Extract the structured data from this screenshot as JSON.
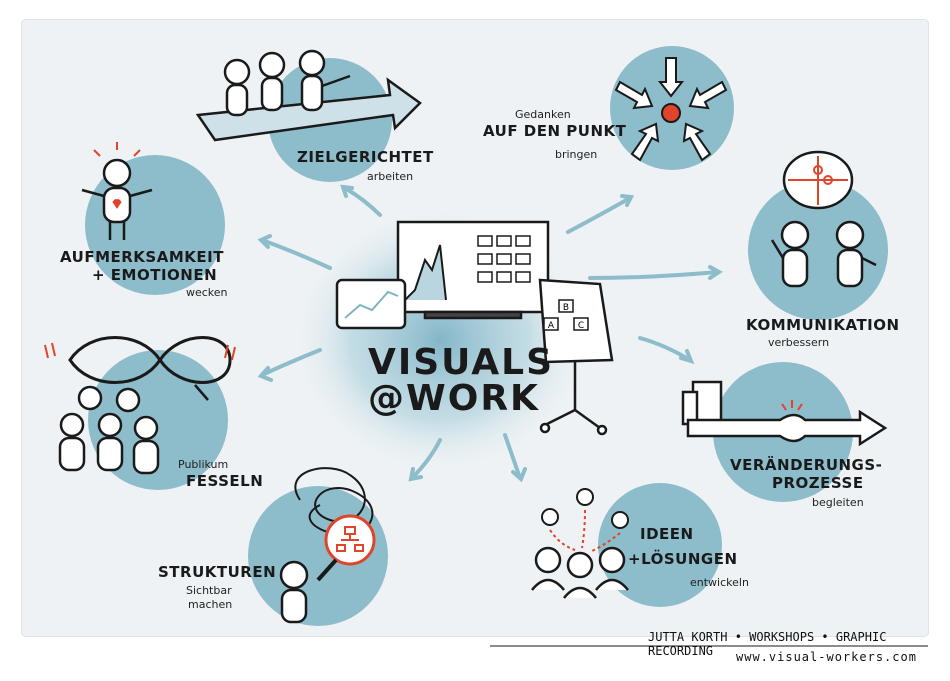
{
  "center": {
    "title_line1": "VISUALS",
    "title_line2": "@WORK"
  },
  "topics": [
    {
      "id": "zielgerichtet",
      "title": "ZIELGERICHTET",
      "sub": "arbeiten"
    },
    {
      "id": "punkt",
      "pre": "Gedanken",
      "title": "AUF DEN PUNKT",
      "sub": "bringen"
    },
    {
      "id": "aufmerksamkeit",
      "title_line1": "AUFMERKSAMKEIT",
      "title_line2": "+ EMOTIONEN",
      "sub": "wecken"
    },
    {
      "id": "kommunikation",
      "title": "KOMMUNIKATION",
      "sub": "verbessern"
    },
    {
      "id": "fesseln",
      "pre": "Publikum",
      "title": "FESSELN"
    },
    {
      "id": "veraenderung",
      "title_line1": "VERÄNDERUNGS-",
      "title_line2": "PROZESSE",
      "sub": "begleiten"
    },
    {
      "id": "strukturen",
      "title": "STRUKTUREN",
      "sub_line1": "Sichtbar",
      "sub_line2": "machen"
    },
    {
      "id": "ideen",
      "title_line1": "IDEEN",
      "title_line2": "+LÖSUNGEN",
      "sub": "entwickeln"
    }
  ],
  "flipchart": {
    "labels": [
      "A",
      "B",
      "C"
    ]
  },
  "footer": {
    "line1": "JUTTA KORTH • WORKSHOPS • GRAPHIC RECORDING",
    "line2": "www.visual-workers.com"
  },
  "colors": {
    "circle": "#8dbccb",
    "accent_red": "#e0442a",
    "ink": "#1a1a1a",
    "paper": "#eef2f4"
  }
}
